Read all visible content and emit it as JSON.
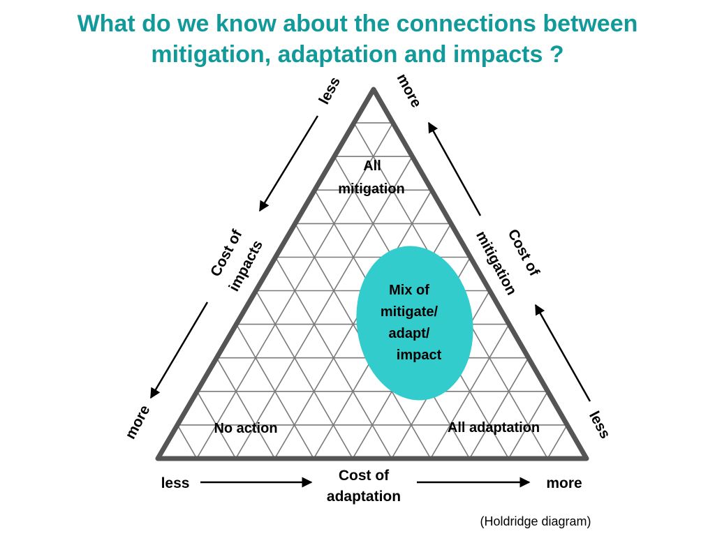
{
  "title": {
    "line1": "What do we know about the connections between",
    "line2": "mitigation, adaptation  and  impacts ?"
  },
  "regions": {
    "top": [
      "All",
      "mitigation"
    ],
    "bottom_left": "No action",
    "bottom_right": "All adaptation",
    "center": [
      "Mix of",
      "mitigate/",
      "adapt/",
      "impact"
    ]
  },
  "axes": {
    "left": {
      "name": [
        "Cost of",
        "impacts"
      ],
      "top_end": "less",
      "bottom_end": "more"
    },
    "right": {
      "name": [
        "Cost of",
        "mitigation"
      ],
      "top_end": "more",
      "bottom_end": "less"
    },
    "bottom": {
      "name": [
        "Cost of",
        "adaptation"
      ],
      "left_end": "less",
      "right_end": "more"
    }
  },
  "caption": "(Holdridge diagram)",
  "colors": {
    "title": "#129a9a",
    "blob": "#33cccc",
    "triangle": "#555555",
    "grid": "#7a7a7a"
  }
}
